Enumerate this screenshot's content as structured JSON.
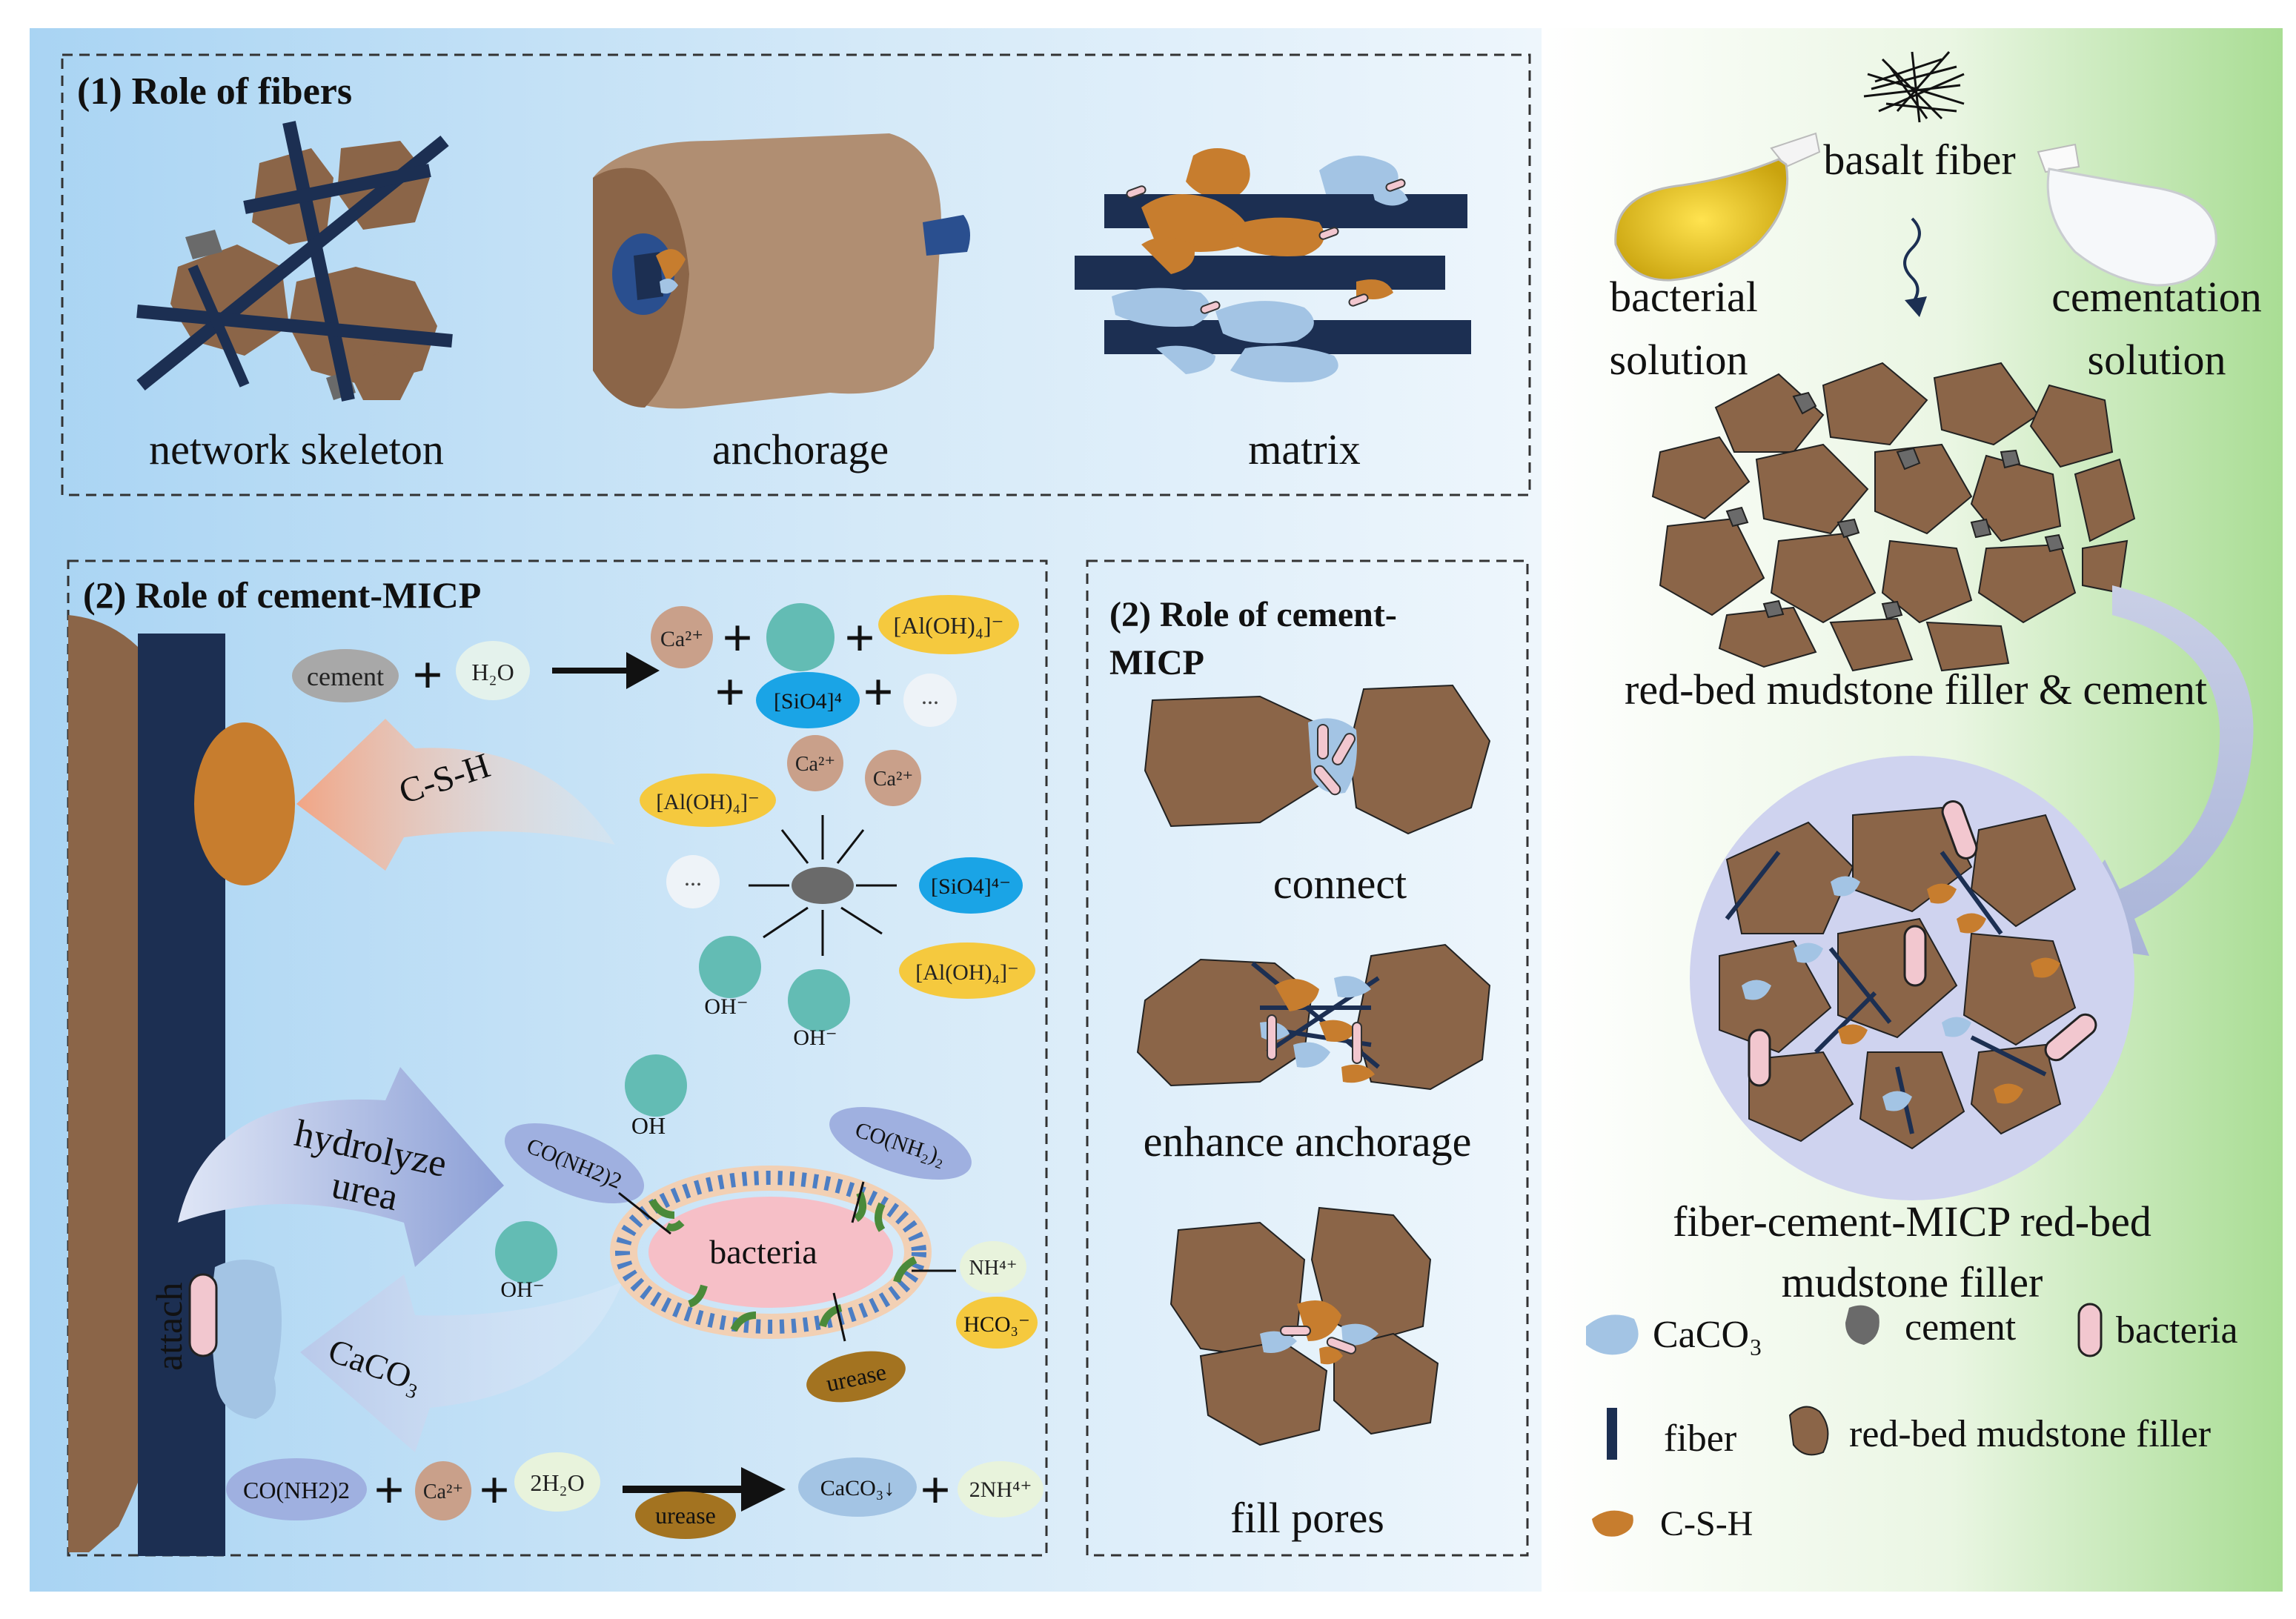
{
  "panel_fibers": {
    "title": "(1) Role of fibers",
    "labels": [
      "network skeleton",
      "anchorage",
      "matrix"
    ]
  },
  "panel_cement": {
    "title": "(2)  Role of cement-MICP",
    "cement": "cement",
    "h2o": "H₂O",
    "ca": "Ca²⁺",
    "aloh": "[Al(OH)₄]⁻",
    "sio4": "[SiO4]⁴",
    "sio4_minus": "[SiO4]⁴⁻",
    "ellipsis": "...",
    "oh_minus": "OH⁻",
    "oh": "OH",
    "csh": "C-S-H",
    "hydrolyze": "hydrolyze",
    "urea": "urea",
    "co_nh2_2": "CO(NH2)2",
    "co_nh2_2_sub": "CO(NH₂)₂",
    "bacteria": "bacteria",
    "nh4": "NH⁴⁺",
    "hco3": "HCO₃⁻",
    "urease": "urease",
    "attach": "attach",
    "caco3": "CaCO₃",
    "two_h2o": "2H₂O",
    "caco3_down": "CaCO₃↓",
    "two_nh4": "2NH⁴⁺"
  },
  "panel_cement_right": {
    "title_line1": "(2) Role of cement-",
    "title_line2": "MICP",
    "labels": [
      "connect",
      "enhance anchorage",
      "fill pores"
    ]
  },
  "process": {
    "basalt_fiber": "basalt fiber",
    "bacterial_line1": "bacterial",
    "bacterial_line2": "solution",
    "cementation_line1": "cementation",
    "cementation_line2": "solution",
    "filler_cement": "red-bed mudstone filler & cement",
    "result_line1": "fiber-cement-MICP red-bed",
    "result_line2": "mudstone filler"
  },
  "legend": {
    "caco3": "CaCO₃",
    "cement": "cement",
    "bacteria": "bacteria",
    "fiber": "fiber",
    "mudstone": "red-bed mudstone filler",
    "csh": "C-S-H"
  },
  "colors": {
    "mudstone": "#8b6548",
    "fiber": "#1c2f52",
    "caco3": "#a3c4e4",
    "csh": "#c77d2e",
    "cement": "#6a6a6a",
    "bacteria_fill": "#f2c7cf",
    "aloh_fill": "#f5c93e",
    "sio4_fill": "#1aa4e6",
    "oh_fill": "#63bcb4"
  }
}
